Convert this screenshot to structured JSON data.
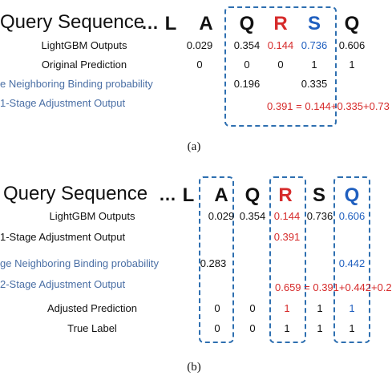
{
  "panel_a": {
    "title": "Query Sequence",
    "ellipsis": "…",
    "residues": [
      "L",
      "A",
      "Q",
      "R",
      "S",
      "Q"
    ],
    "rows": {
      "lightgbm": {
        "label": "LightGBM Outputs",
        "values": [
          "0.029",
          "0.354",
          "0.144",
          "0.736",
          "0.606"
        ]
      },
      "original": {
        "label": "Original Prediction",
        "values": [
          "0",
          "0",
          "0",
          "1",
          "1"
        ]
      },
      "neighbor": {
        "label": "e Neighboring Binding probability",
        "values": [
          "0.196",
          "0.335"
        ]
      },
      "stage1": {
        "label": "1-Stage Adjustment Output",
        "formula": "0.391 = 0.144+0.335+0.73"
      }
    },
    "caption": "(a)"
  },
  "panel_b": {
    "title": "Query Sequence",
    "ellipsis": "…",
    "residues": [
      "L",
      "A",
      "Q",
      "R",
      "S",
      "Q"
    ],
    "rows": {
      "lightgbm": {
        "label": "LightGBM Outputs",
        "values": [
          "0.029",
          "0.354",
          "0.144",
          "0.736",
          "0.606"
        ]
      },
      "stage1": {
        "label": "1-Stage Adjustment Output",
        "value": "0.391"
      },
      "neighbor": {
        "label": "ge Neighboring Binding probability",
        "values": [
          "0.283",
          "0.442"
        ]
      },
      "stage2": {
        "label": "2-Stage Adjustment Output",
        "formula": "0.659 = 0.391+0.442+0.2"
      },
      "adjusted": {
        "label": "Adjusted Prediction",
        "values": [
          "0",
          "0",
          "1",
          "1",
          "1"
        ]
      },
      "truth": {
        "label": "True Label",
        "values": [
          "0",
          "0",
          "1",
          "1",
          "1"
        ]
      }
    },
    "caption": "(b)"
  },
  "colors": {
    "red": "#d62b2b",
    "blue": "#1f5fbf",
    "label_blue": "#4a6fa5",
    "box": "#2e6fb0"
  }
}
